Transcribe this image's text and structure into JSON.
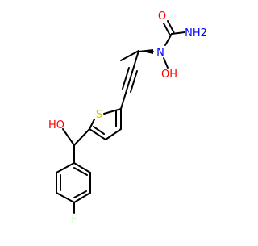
{
  "molecule": {
    "atoms": {
      "o_carbonyl": "O",
      "nh2": "NH2",
      "n_urea": "N",
      "oh_n": "OH",
      "s_thiophene": "S",
      "ho_carbinol": "HO",
      "f": "F"
    }
  },
  "colors": {
    "bond": "#000000",
    "oxygen": "#ff0000",
    "nitrogen": "#0000ff",
    "sulfur": "#cccc00",
    "fluorine": "#b3ffb3"
  }
}
